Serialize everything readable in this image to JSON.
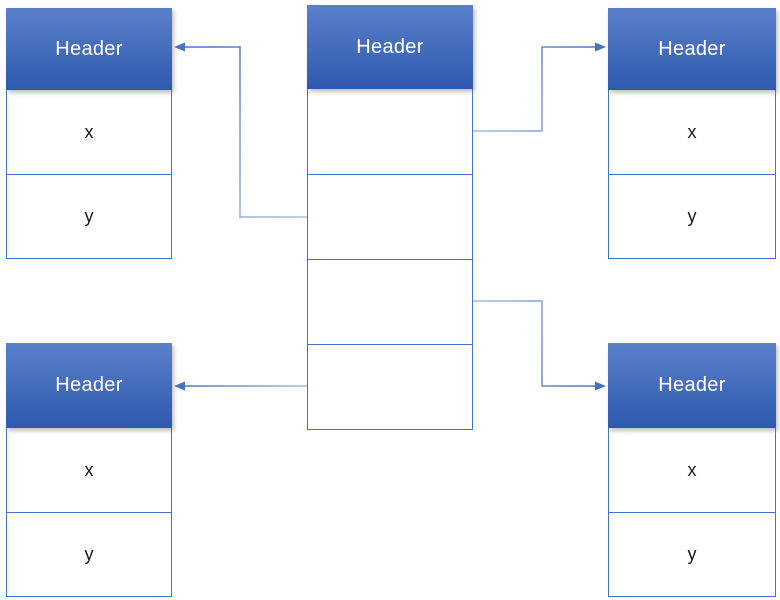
{
  "diagram": {
    "colors": {
      "background": "#ffffff",
      "header_gradient_top": "#5b80cb",
      "header_gradient_bottom": "#2e59ae",
      "header_text": "#ffffff",
      "cell_border": "#4472c4",
      "cell_text": "#1a1a1a",
      "connector_start": "#a7bce6",
      "connector_end": "#4472c4"
    },
    "tables": {
      "top_left": {
        "header": "Header",
        "rows": [
          "x",
          "y"
        ]
      },
      "top_right": {
        "header": "Header",
        "rows": [
          "x",
          "y"
        ]
      },
      "center": {
        "header": "Header",
        "rows": [
          "",
          "",
          "",
          ""
        ]
      },
      "bottom_left": {
        "header": "Header",
        "rows": [
          "x",
          "y"
        ]
      },
      "bottom_right": {
        "header": "Header",
        "rows": [
          "x",
          "y"
        ]
      }
    },
    "connectors": [
      {
        "from": "center.row2.left-edge",
        "to": "top_left.header.right-edge",
        "arrow_at": "target"
      },
      {
        "from": "center.row1.right-edge",
        "to": "top_right.header.left-edge",
        "arrow_at": "target"
      },
      {
        "from": "center.row4.left-edge",
        "to": "bottom_left.header.right-edge",
        "arrow_at": "target"
      },
      {
        "from": "center.row3.right-edge",
        "to": "bottom_right.header.left-edge",
        "arrow_at": "target"
      }
    ]
  }
}
